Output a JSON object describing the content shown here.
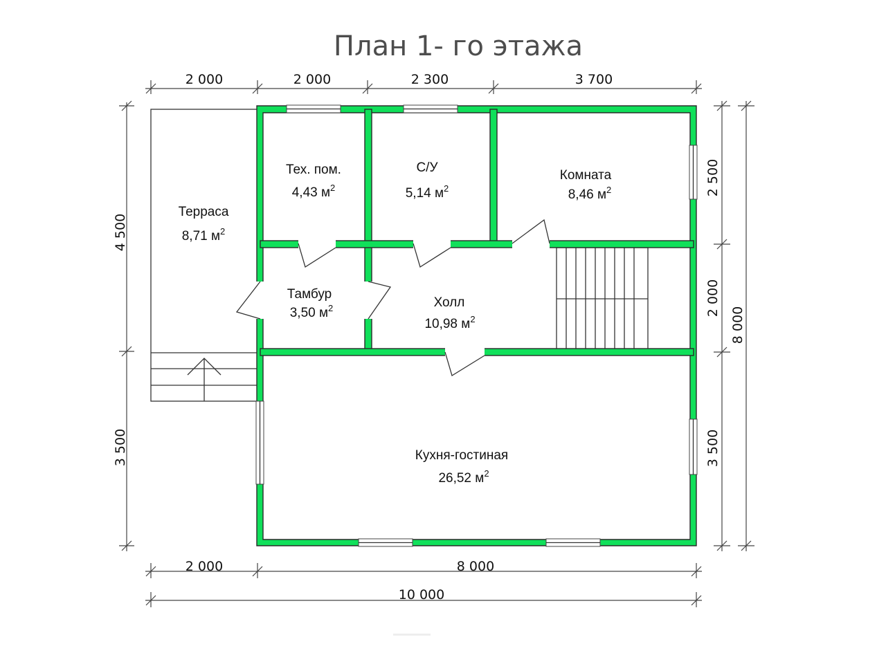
{
  "title": "План 1- го этажа",
  "dimensions": {
    "top": [
      "2 000",
      "2 000",
      "2 300",
      "3 700"
    ],
    "bottom_segments": [
      "2 000",
      "8 000"
    ],
    "bottom_total": "10 000",
    "left": [
      "4 500",
      "3 500"
    ],
    "right_segments": [
      "2 500",
      "2 000",
      "3 500"
    ],
    "right_total": "8 000"
  },
  "rooms": {
    "terrace": {
      "name": "Терраса",
      "area": "8,71 м"
    },
    "tech": {
      "name": "Тех. пом.",
      "area": "4,43 м"
    },
    "bathroom": {
      "name": "С/У",
      "area": "5,14 м"
    },
    "room": {
      "name": "Комната",
      "area": "8,46 м"
    },
    "vestibule": {
      "name": "Тамбур",
      "area": "3,50 м"
    },
    "hall": {
      "name": "Холл",
      "area": "10,98 м"
    },
    "kitchen": {
      "name": "Кухня-гостиная",
      "area": "26,52 м"
    }
  },
  "area_superscript": "2",
  "colors": {
    "walls": "#10e05a",
    "lines": "#333333",
    "text": "#111111",
    "title": "#4d4d4d"
  }
}
